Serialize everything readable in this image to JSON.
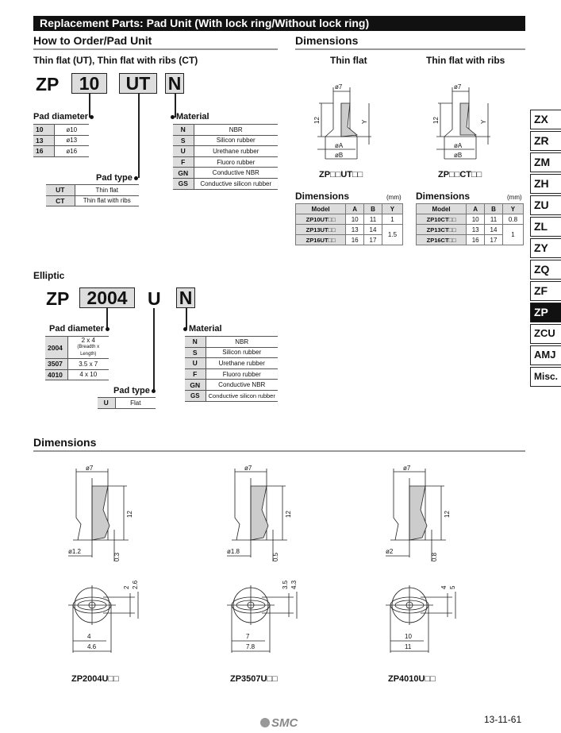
{
  "title": "Replacement Parts: Pad Unit (With lock ring/Without lock ring)",
  "order": {
    "heading": "How to Order/Pad Unit",
    "subtitle": "Thin flat (UT), Thin flat with ribs (CT)",
    "prefix": "ZP",
    "diameter_code": "10",
    "type_code": "UT",
    "material_code": "N",
    "pad_diameter": {
      "label": "Pad diameter",
      "rows": [
        {
          "code": "10",
          "value": "ø10"
        },
        {
          "code": "13",
          "value": "ø13"
        },
        {
          "code": "16",
          "value": "ø16"
        }
      ]
    },
    "pad_type": {
      "label": "Pad type",
      "rows": [
        {
          "code": "UT",
          "value": "Thin flat"
        },
        {
          "code": "CT",
          "value": "Thin flat with ribs"
        }
      ]
    },
    "material": {
      "label": "Material",
      "rows": [
        {
          "code": "N",
          "value": "NBR"
        },
        {
          "code": "S",
          "value": "Silicon rubber"
        },
        {
          "code": "U",
          "value": "Urethane rubber"
        },
        {
          "code": "F",
          "value": "Fluoro rubber"
        },
        {
          "code": "GN",
          "value": "Conductive NBR"
        },
        {
          "code": "GS",
          "value": "Conductive silicon rubber"
        }
      ]
    }
  },
  "elliptic": {
    "heading": "Elliptic",
    "prefix": "ZP",
    "diameter_code": "2004",
    "type_code": "U",
    "material_code": "N",
    "pad_diameter": {
      "label": "Pad diameter",
      "rows": [
        {
          "code": "2004",
          "value": "2 x 4",
          "note": "(Breadth x Length)"
        },
        {
          "code": "3507",
          "value": "3.5 x 7"
        },
        {
          "code": "4010",
          "value": "4 x 10"
        }
      ]
    },
    "pad_type": {
      "label": "Pad type",
      "rows": [
        {
          "code": "U",
          "value": "Flat"
        }
      ]
    },
    "material": {
      "label": "Material",
      "rows": [
        {
          "code": "N",
          "value": "NBR"
        },
        {
          "code": "S",
          "value": "Silicon rubber"
        },
        {
          "code": "U",
          "value": "Urethane rubber"
        },
        {
          "code": "F",
          "value": "Fluoro rubber"
        },
        {
          "code": "GN",
          "value": "Conductive NBR"
        },
        {
          "code": "GS",
          "value": "Conductive silicon rubber"
        }
      ]
    }
  },
  "dimensions_top": {
    "heading": "Dimensions",
    "views": [
      {
        "title": "Thin flat",
        "caption": "ZP□□UT□□",
        "d7": "ø7",
        "h": "12",
        "y": "Y",
        "a": "øA",
        "b": "øB"
      },
      {
        "title": "Thin flat with ribs",
        "caption": "ZP□□CT□□",
        "d7": "ø7",
        "h": "12",
        "y": "Y",
        "a": "øA",
        "b": "øB"
      }
    ],
    "tables": [
      {
        "title": "Dimensions",
        "unit": "(mm)",
        "headers": [
          "Model",
          "A",
          "B",
          "Y"
        ],
        "rows": [
          [
            "ZP10UT□□",
            "10",
            "11",
            "1"
          ],
          [
            "ZP13UT□□",
            "13",
            "14",
            "1.5"
          ],
          [
            "ZP16UT□□",
            "16",
            "17",
            ""
          ]
        ]
      },
      {
        "title": "Dimensions",
        "unit": "(mm)",
        "headers": [
          "Model",
          "A",
          "B",
          "Y"
        ],
        "rows": [
          [
            "ZP10CT□□",
            "10",
            "11",
            "0.8"
          ],
          [
            "ZP13CT□□",
            "13",
            "14",
            "1"
          ],
          [
            "ZP16CT□□",
            "16",
            "17",
            ""
          ]
        ]
      }
    ]
  },
  "dimensions_bottom": {
    "heading": "Dimensions",
    "views": [
      {
        "caption": "ZP2004U□□",
        "d7": "ø7",
        "h": "12",
        "hole": "ø1.2",
        "gap": "0.3",
        "w_in": "2",
        "w_out": "2.6",
        "l_in": "4",
        "l_out": "4.6"
      },
      {
        "caption": "ZP3507U□□",
        "d7": "ø7",
        "h": "12",
        "hole": "ø1.8",
        "gap": "0.5",
        "w_in": "3.5",
        "w_out": "4.3",
        "l_in": "7",
        "l_out": "7.8"
      },
      {
        "caption": "ZP4010U□□",
        "d7": "ø7",
        "h": "12",
        "hole": "ø2",
        "gap": "0.8",
        "w_in": "4",
        "w_out": "5",
        "l_in": "10",
        "l_out": "11"
      }
    ]
  },
  "side_tabs": [
    "ZX",
    "ZR",
    "ZM",
    "ZH",
    "ZU",
    "ZL",
    "ZY",
    "ZQ",
    "ZF",
    "ZP",
    "ZCU",
    "AMJ",
    "Misc."
  ],
  "active_tab": "ZP",
  "footer": {
    "logo": "SMC",
    "page": "13-11-61"
  }
}
